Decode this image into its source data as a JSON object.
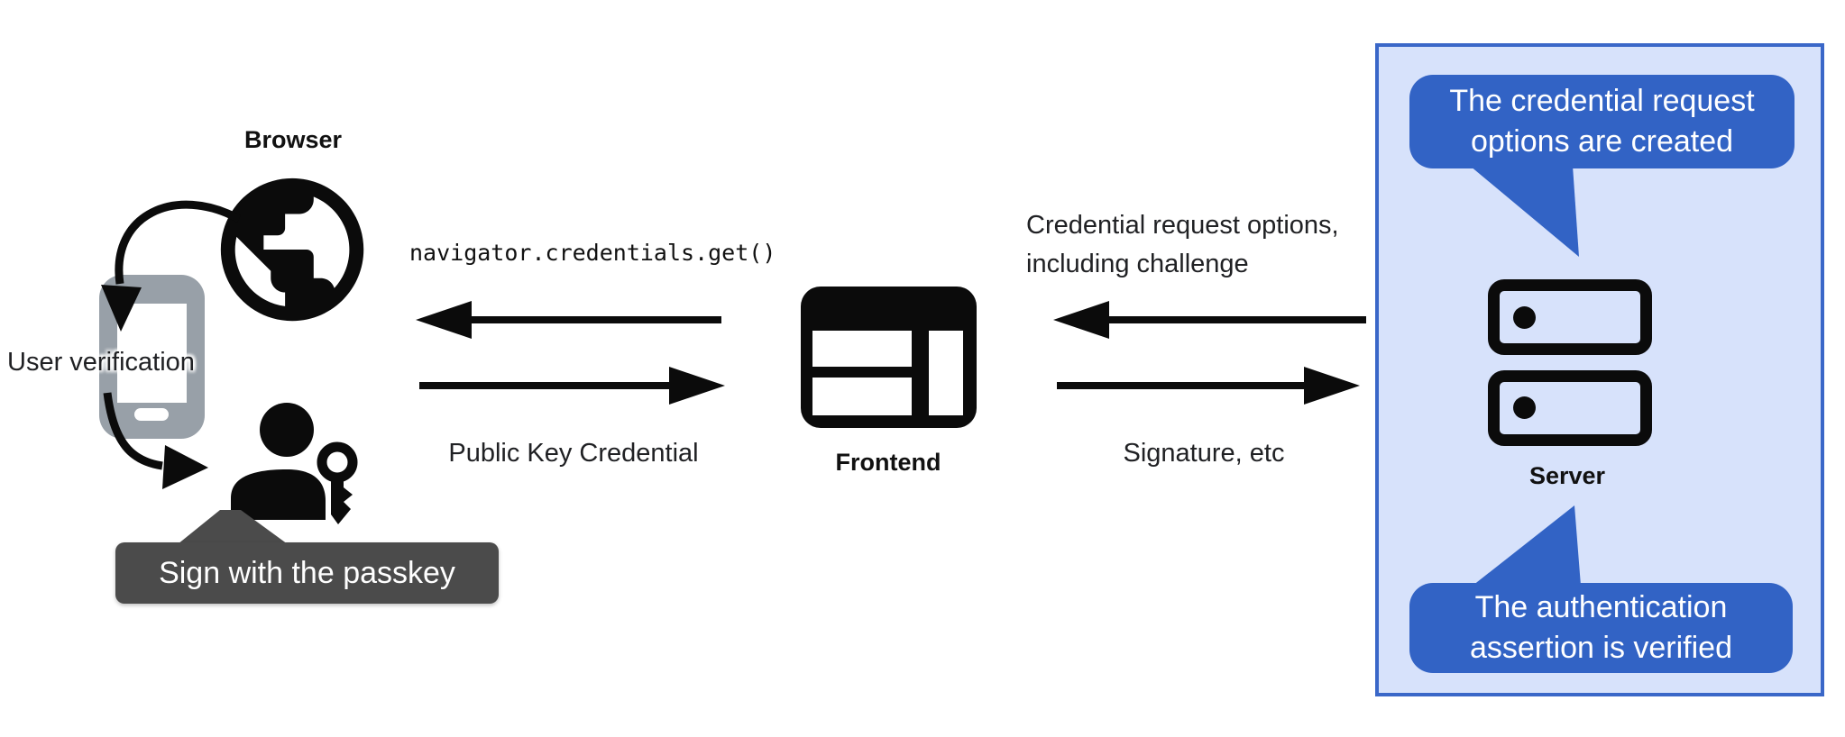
{
  "nodes": {
    "browser": {
      "label": "Browser"
    },
    "frontend": {
      "label": "Frontend"
    },
    "server": {
      "label": "Server"
    }
  },
  "left_side": {
    "user_verification": "User verification",
    "passkey_tooltip": "Sign with the passkey"
  },
  "messages": {
    "get_call": "navigator.credentials.get()",
    "public_key_credential": "Public Key Credential",
    "request_options_line1": "Credential request options,",
    "request_options_line2": "including challenge",
    "signature": "Signature, etc"
  },
  "server_panel": {
    "bubble_top_line1": "The credential request",
    "bubble_top_line2": "options are created",
    "bubble_bottom_line1": "The authentication",
    "bubble_bottom_line2": "assertion is verified"
  },
  "icons": {
    "browser": "globe-icon",
    "verification_device": "smartphone-icon",
    "user": "person-with-key-icon",
    "frontend": "browser-window-icon",
    "server": "server-stack-icon"
  },
  "colors": {
    "bubble_blue": "#3263c5",
    "panel_fill": "#d7e2fb",
    "panel_border": "#3a67c8",
    "tooltip_gray": "#4b4b4b",
    "phone_gray": "#98a0a8",
    "ink": "#000000"
  }
}
